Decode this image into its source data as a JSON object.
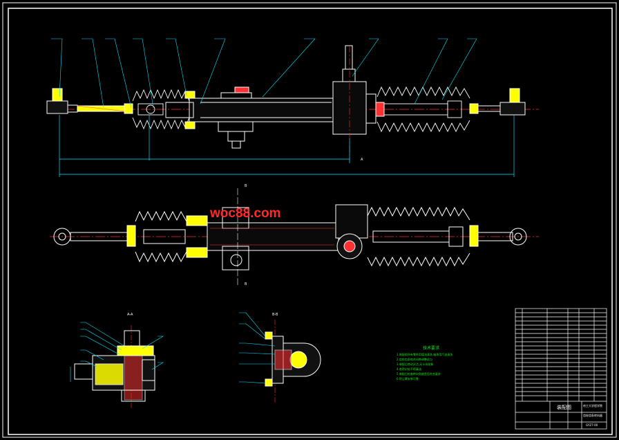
{
  "watermark": {
    "part1": "woc88",
    "part2": ".com"
  },
  "section_labels": {
    "aa": "A-A",
    "bb": "B-B",
    "a1": "A",
    "b1": "B",
    "b2": "B"
  },
  "tech_notes": {
    "title": "技术要求",
    "lines": [
      "1.装配前所有零件用煤油清洗,轴承用汽油清洗",
      "2.齿轮齿条啮合间隙调整适当",
      "3.装配后转动灵活,无卡滞现象",
      "4.各密封处不得漏油",
      "5.装配后检查转向角度是否符合要求",
      "6.防尘罩安装可靠"
    ]
  },
  "title_block": {
    "drawing_name": "装配图",
    "part_name": "齿轮齿条转向器",
    "school": "哈工大学程学院",
    "drawing_no": "GYZ7-00"
  },
  "colors": {
    "outline": "#ffffff",
    "centerline": "#ff3030",
    "dim": "#00e5ff",
    "fill_yellow": "#ffff00",
    "hatch": "#ff3030",
    "notes": "#20e020"
  }
}
